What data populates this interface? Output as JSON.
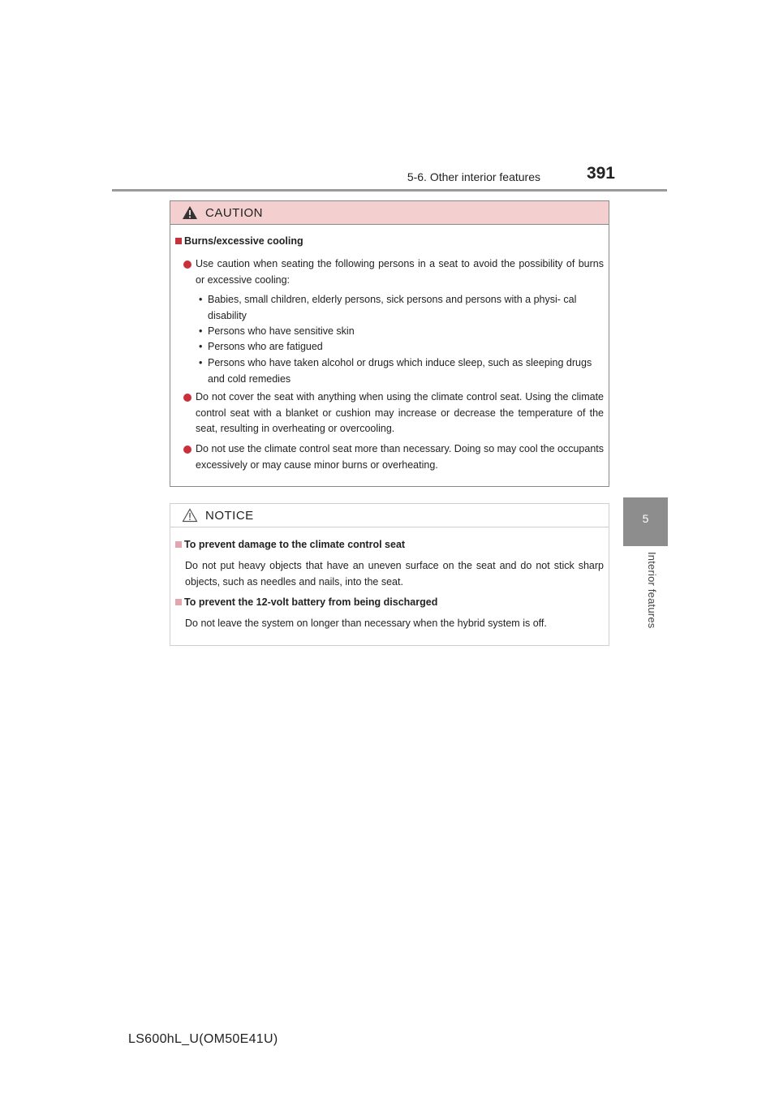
{
  "header": {
    "section": "5-6. Other interior features",
    "page_number": "391"
  },
  "side_tab": {
    "chapter_number": "5",
    "chapter_title": "Interior features"
  },
  "caution": {
    "title": "CAUTION",
    "heading": "Burns/excessive cooling",
    "items": [
      "Use caution when seating the following persons in a seat to avoid the possibility of burns or excessive cooling:",
      "Do not cover the seat with anything when using the climate control seat. Using the climate control seat with a blanket or cushion may increase or decrease the temperature of the seat, resulting in overheating or overcooling.",
      "Do not use the climate control seat more than necessary. Doing so may cool the occupants excessively or may cause minor burns or overheating."
    ],
    "sub_items": [
      "Babies, small children, elderly persons, sick persons and persons with a physi- cal disability",
      "Persons who have sensitive skin",
      "Persons who are fatigued",
      "Persons who have taken alcohol or drugs which induce sleep, such as sleeping drugs and cold remedies"
    ]
  },
  "notice": {
    "title": "NOTICE",
    "sections": [
      {
        "heading": "To prevent damage to the climate control seat",
        "text": "Do not put heavy objects that have an uneven surface on the seat and do not stick sharp objects, such as needles and nails, into the seat."
      },
      {
        "heading": "To prevent the 12-volt battery from being discharged",
        "text": "Do not leave the system on longer than necessary when the hybrid system is off."
      }
    ]
  },
  "footer": {
    "model_code": "LS600hL_U(OM50E41U)"
  },
  "colors": {
    "caution_header": "#f3cfd0",
    "caution_accent": "#c8303a",
    "notice_accent": "#e2a6b0",
    "tab_gray": "#8d8d8d"
  }
}
